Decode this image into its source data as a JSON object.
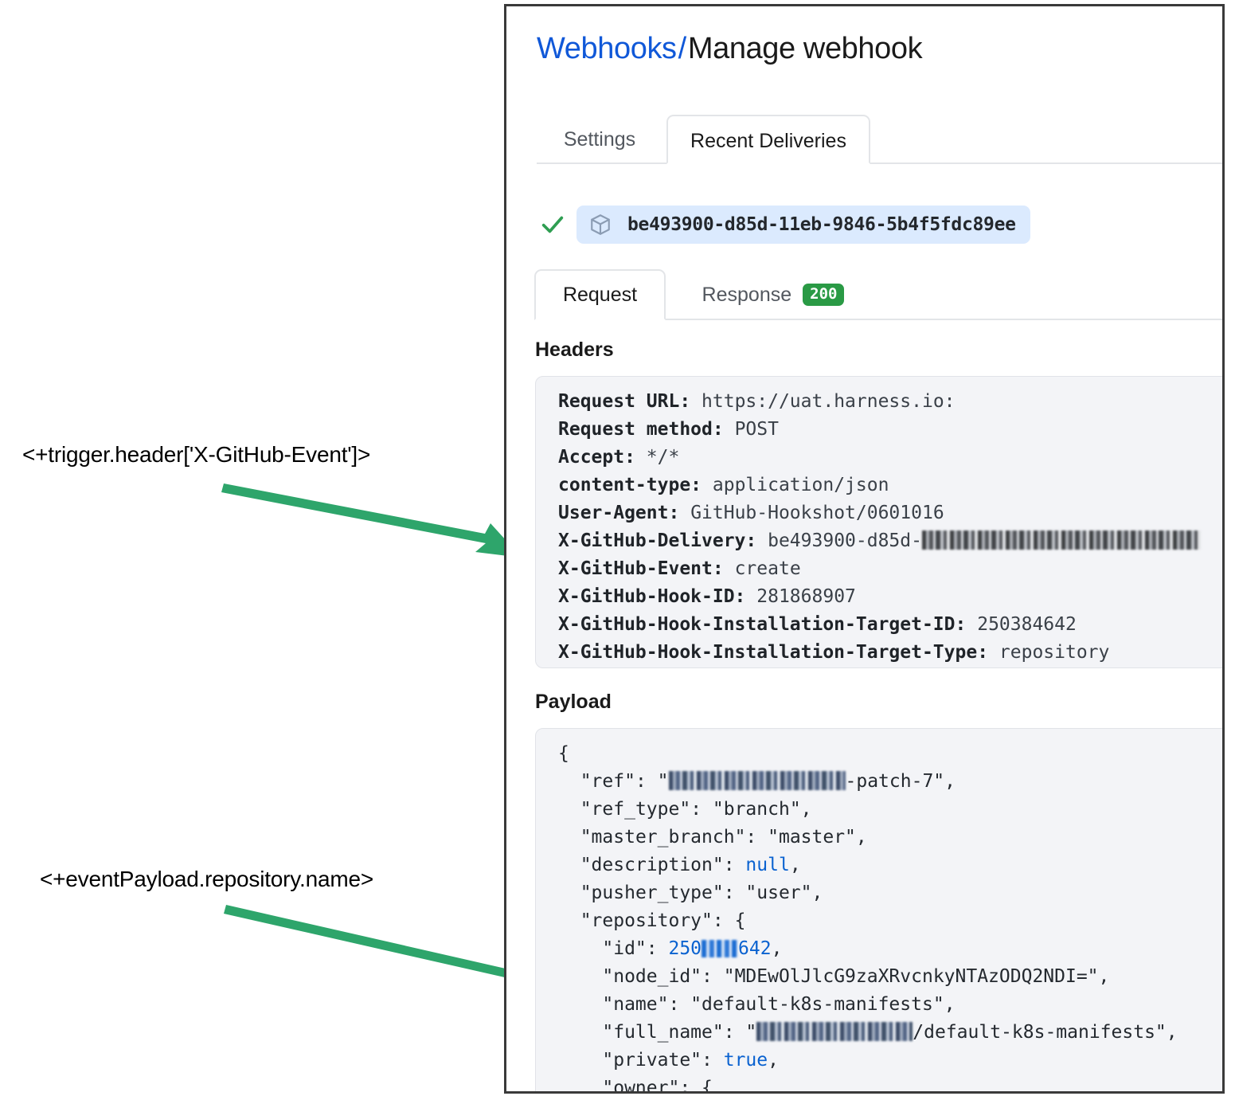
{
  "annotations": [
    {
      "id": "trigger-header",
      "text": "<+trigger.header['X-GitHub-Event']>"
    },
    {
      "id": "event-payload",
      "text": "<+eventPayload.repository.name>"
    }
  ],
  "colors": {
    "arrow_green": "#2ea56b",
    "link_blue": "#1058d8",
    "badge_green": "#2a9a45",
    "chip_blue": "#dbeafe",
    "code_bg": "#f3f4f7",
    "check_green": "#2f9e52"
  },
  "breadcrumb": {
    "link": "Webhooks",
    "separator": "/",
    "current": "Manage webhook"
  },
  "top_tabs": [
    {
      "label": "Settings",
      "active": false
    },
    {
      "label": "Recent Deliveries",
      "active": true
    }
  ],
  "delivery": {
    "status_icon": "check-icon",
    "package_icon": "package-icon",
    "id": "be493900-d85d-11eb-9846-5b4f5fdc89ee"
  },
  "request_response_tabs": [
    {
      "label": "Request",
      "active": true
    },
    {
      "label": "Response",
      "active": false,
      "badge": "200"
    }
  ],
  "headers": {
    "section_label": "Headers",
    "lines": [
      {
        "key": "Request URL:",
        "value": "https://uat.harness.io:"
      },
      {
        "key": "Request method:",
        "value": "POST"
      },
      {
        "key": "Accept:",
        "value": "*/*"
      },
      {
        "key": "content-type:",
        "value": "application/json"
      },
      {
        "key": "User-Agent:",
        "value": "GitHub-Hookshot/0601016"
      },
      {
        "key": "X-GitHub-Delivery:",
        "value": "be493900-d85d-",
        "redacted": true
      },
      {
        "key": "X-GitHub-Event:",
        "value": "create"
      },
      {
        "key": "X-GitHub-Hook-ID:",
        "value": "281868907"
      },
      {
        "key": "X-GitHub-Hook-Installation-Target-ID:",
        "value": "250384642"
      },
      {
        "key": "X-GitHub-Hook-Installation-Target-Type:",
        "value": "repository"
      }
    ]
  },
  "payload": {
    "section_label": "Payload",
    "lines": [
      {
        "indent": 0,
        "text": "{"
      },
      {
        "indent": 1,
        "key": "\"ref\"",
        "value": "-patch-7\"",
        "prefix": "\"",
        "redacted": true
      },
      {
        "indent": 1,
        "key": "\"ref_type\"",
        "value": "\"branch\""
      },
      {
        "indent": 1,
        "key": "\"master_branch\"",
        "value": "\"master\""
      },
      {
        "indent": 1,
        "key": "\"description\"",
        "value": "null",
        "literal": true
      },
      {
        "indent": 1,
        "key": "\"pusher_type\"",
        "value": "\"user\""
      },
      {
        "indent": 1,
        "key": "\"repository\"",
        "value": "{",
        "open": true
      },
      {
        "indent": 2,
        "key": "\"id\"",
        "value": "250",
        "suffix": "642",
        "number": true,
        "redacted": true
      },
      {
        "indent": 2,
        "key": "\"node_id\"",
        "value": "\"MDEwOlJlcG9zaXRvcnkyNTAzODQ2NDI=\""
      },
      {
        "indent": 2,
        "key": "\"name\"",
        "value": "\"default-k8s-manifests\""
      },
      {
        "indent": 2,
        "key": "\"full_name\"",
        "value": "/default-k8s-manifests\"",
        "prefix": "\"",
        "redacted": true
      },
      {
        "indent": 2,
        "key": "\"private\"",
        "value": "true",
        "literal": true
      },
      {
        "indent": 2,
        "key": "\"owner\"",
        "value": "{",
        "open": true
      }
    ]
  }
}
